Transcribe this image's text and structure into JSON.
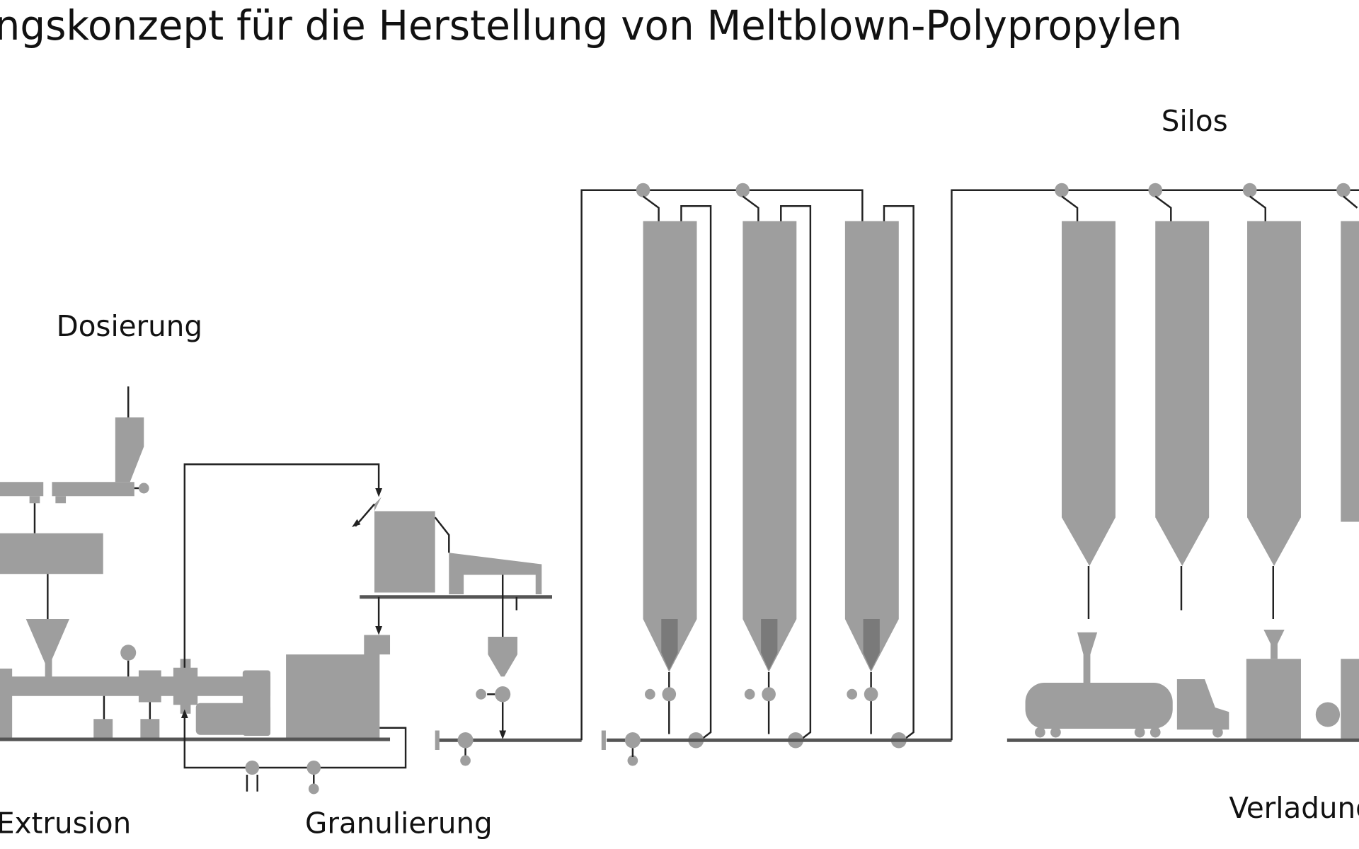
{
  "title": "ngskonzept für die Herstellung von Meltblown-Polypropylen",
  "labels": {
    "dosierung": "Dosierung",
    "extrusion": "Extrusion",
    "granulierung": "Granulierung",
    "silos": "Silos",
    "verladung": "Verladung"
  },
  "colors": {
    "equipment": "#9e9e9e",
    "lines": "#222222",
    "background": "#ffffff"
  }
}
